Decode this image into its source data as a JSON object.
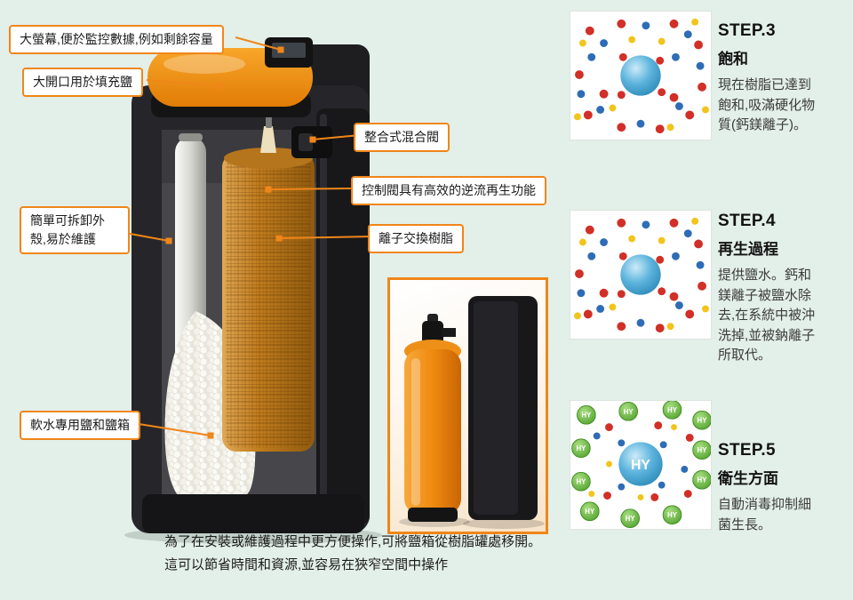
{
  "colors": {
    "background": "#e3efe9",
    "accent_orange": "#f08619",
    "dot_red": "#d12f27",
    "dot_blue": "#2e6cb5",
    "dot_yellow": "#f2c41c",
    "ion_green": "#55a82f",
    "sphere_blue": "#1f7fae"
  },
  "callouts": [
    {
      "label": "大螢幕,便於監控數據,例如剩餘容量"
    },
    {
      "label": "大開口用於填充鹽"
    },
    {
      "label": "整合式混合閥"
    },
    {
      "label": "控制閥具有高效的逆流再生功能"
    },
    {
      "label": "簡單可拆卸外殼,易於維護"
    },
    {
      "label": "離子交換樹脂"
    },
    {
      "label": "軟水專用鹽和鹽箱"
    }
  ],
  "steps": [
    {
      "step": "STEP.3",
      "title": "飽和",
      "body": "現在樹脂已達到飽和,吸滿硬化物質(鈣鎂離子)。"
    },
    {
      "step": "STEP.4",
      "title": "再生過程",
      "body": "提供鹽水。鈣和鎂離子被鹽水除去,在系統中被沖洗掉,並被鈉離子所取代。"
    },
    {
      "step": "STEP.5",
      "title": "衛生方面",
      "body": "自動消毒抑制細菌生長。"
    }
  ],
  "caption": {
    "line1": "為了在安裝或維護過程中更方便操作,可將鹽箱從樹脂罐處移開。",
    "line2": "這可以節省時間和資源,並容易在狹窄空間中操作"
  },
  "hy_label": "HY"
}
